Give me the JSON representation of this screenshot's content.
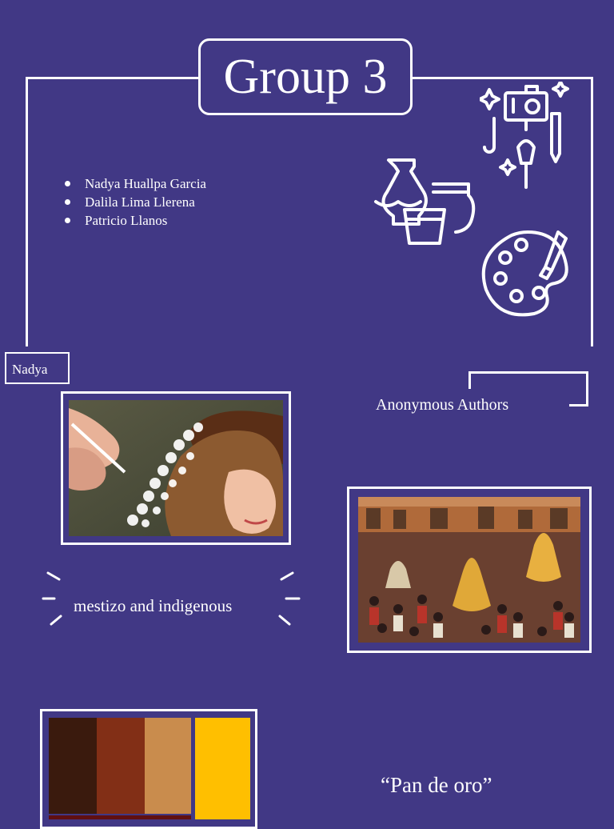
{
  "title": "Group 3",
  "members": [
    "Nadya Huallpa Garcia",
    "Dalila Lima Llerena",
    "Patricio Llanos"
  ],
  "name_tag": "Nadya",
  "anonymous_label": "Anonymous Authors",
  "mestizo_label": "mestizo and indigenous",
  "pan_label": "“Pan de oro”",
  "colors": {
    "background": "#413885",
    "palette": [
      "#3a1a0d",
      "#822f16",
      "#c98c4d",
      "#ffbf00",
      "#5f0f12"
    ]
  },
  "icons": [
    "camera-art-tools-icon",
    "pottery-icon",
    "paint-palette-icon"
  ],
  "images": [
    "gold-leaf-painting-photo",
    "procession-painting"
  ]
}
